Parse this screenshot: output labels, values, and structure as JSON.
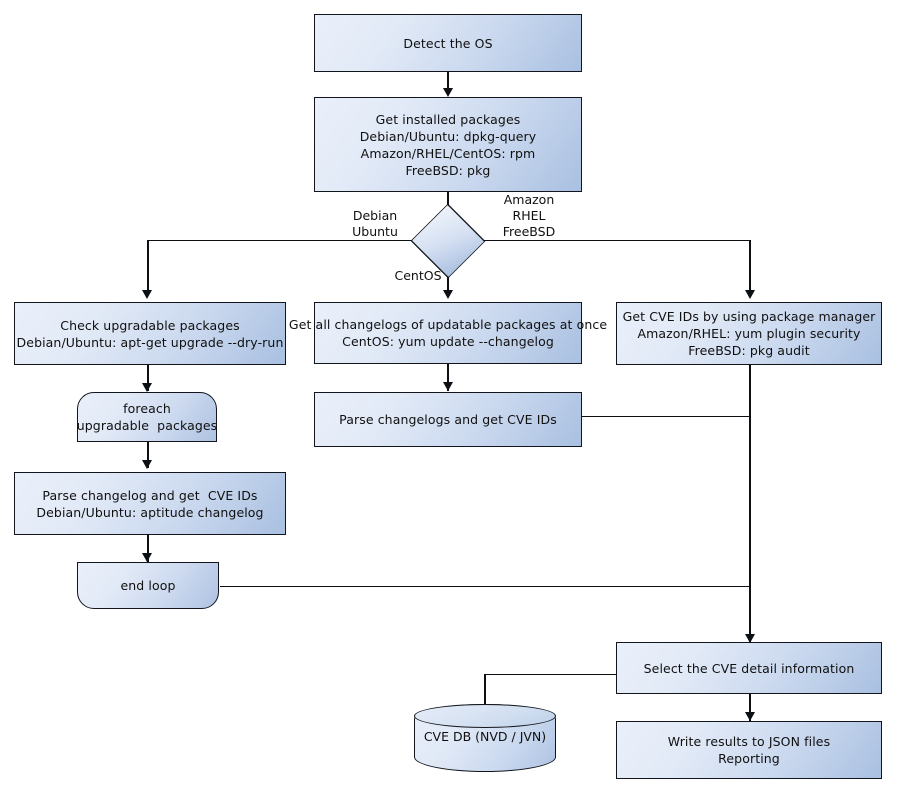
{
  "diagram": {
    "title": "OS package CVE scanning flowchart",
    "colors": {
      "node_fill_light": "#eaf0fa",
      "node_fill_dark": "#a9c0e1",
      "stroke": "#12161c",
      "background": "#ffffff",
      "text": "#101010"
    },
    "nodes": {
      "detect_os": {
        "label": "Detect the OS",
        "shape": "process"
      },
      "get_installed": {
        "label": "Get installed packages\nDebian/Ubuntu: dpkg-query\nAmazon/RHEL/CentOS: rpm\nFreeBSD: pkg",
        "shape": "process"
      },
      "os_decision": {
        "label": "",
        "shape": "decision"
      },
      "check_upgradable": {
        "label": "Check upgradable packages\nDebian/Ubuntu: apt-get upgrade --dry-run",
        "shape": "process"
      },
      "get_changelogs": {
        "label": "Get all changelogs of updatable packages at once\nCentOS: yum update --changelog",
        "shape": "process"
      },
      "get_cve_pkgmgr": {
        "label": "Get CVE IDs by using package manager\nAmazon/RHEL: yum plugin security\nFreeBSD: pkg audit",
        "shape": "process"
      },
      "foreach_loop": {
        "label": "foreach\nupgradable  packages",
        "shape": "loop-start"
      },
      "parse_changelog_single": {
        "label": "Parse changelog and get  CVE IDs\nDebian/Ubuntu: aptitude changelog",
        "shape": "process"
      },
      "end_loop": {
        "label": "end loop",
        "shape": "loop-end"
      },
      "parse_changelogs_multi": {
        "label": "Parse changelogs and get CVE IDs",
        "shape": "process"
      },
      "select_cve_detail": {
        "label": "Select the CVE detail information",
        "shape": "process"
      },
      "write_results": {
        "label": "Write results to JSON files\nReporting",
        "shape": "process"
      },
      "cve_db": {
        "label": "CVE DB (NVD / JVN)",
        "shape": "database"
      }
    },
    "edge_labels": {
      "debian_ubuntu": "Debian\nUbuntu",
      "amazon_rhel_freebsd": "Amazon\nRHEL\nFreeBSD",
      "centos": "CentOS"
    }
  }
}
